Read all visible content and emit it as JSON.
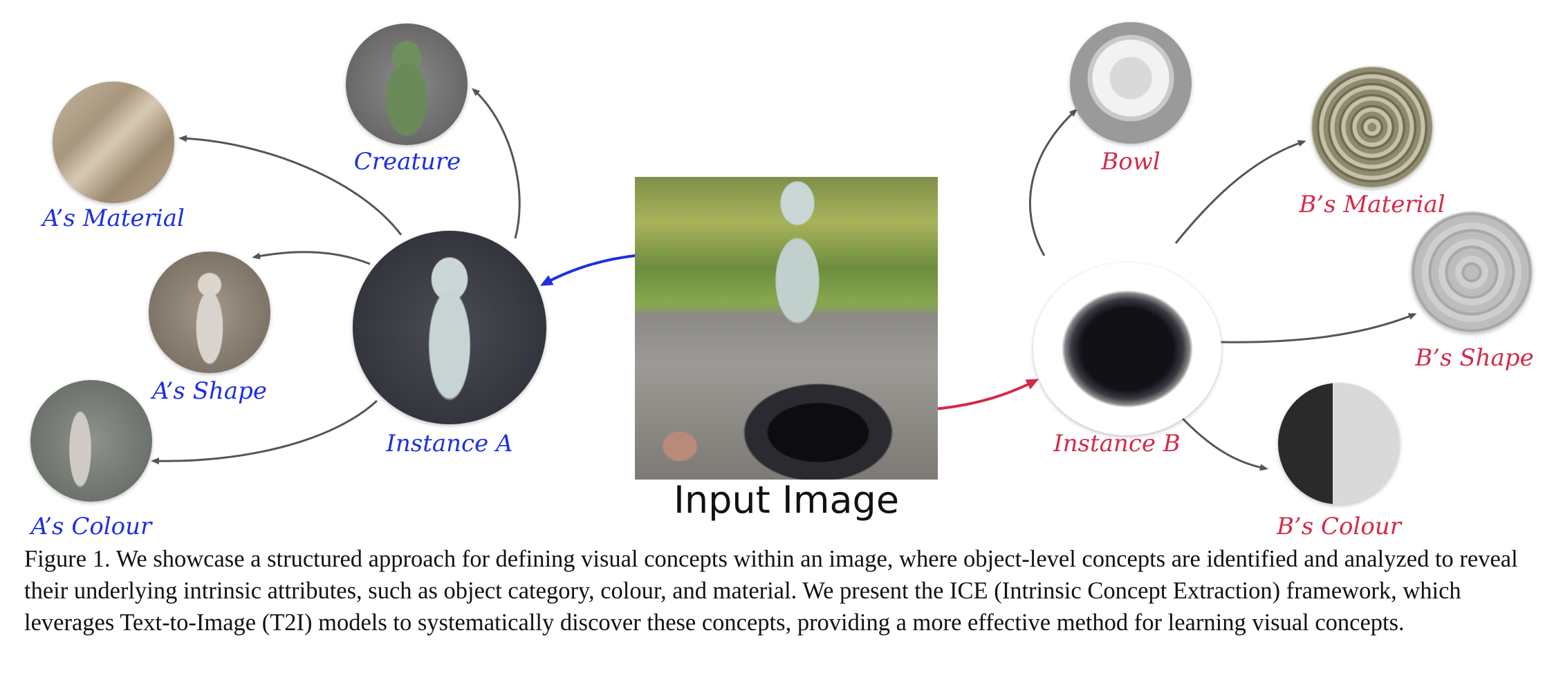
{
  "input_title": "Input Image",
  "nodes": {
    "instance_a": "Instance A",
    "creature": "Creature",
    "a_material": "A’s Material",
    "a_shape": "A’s Shape",
    "a_colour": "A’s Colour",
    "instance_b": "Instance B",
    "bowl": "Bowl",
    "b_material": "B’s Material",
    "b_shape": "B’s Shape",
    "b_colour": "B’s Colour"
  },
  "colors": {
    "instance_a_label": "#1d2fe0",
    "instance_b_label": "#d42a4a",
    "arrow_grey": "#555555",
    "arrow_blue": "#1d2fe0",
    "arrow_red": "#d42a4a"
  },
  "caption": "Figure 1. We showcase a structured approach for defining visual concepts within an image, where object-level concepts are identified and analyzed to reveal their underlying intrinsic attributes, such as object category, colour, and material. We present the ICE (Intrinsic Concept Extraction) framework, which leverages Text-to-Image (T2I) models to systematically discover these concepts, providing a more effective method for learning visual concepts."
}
